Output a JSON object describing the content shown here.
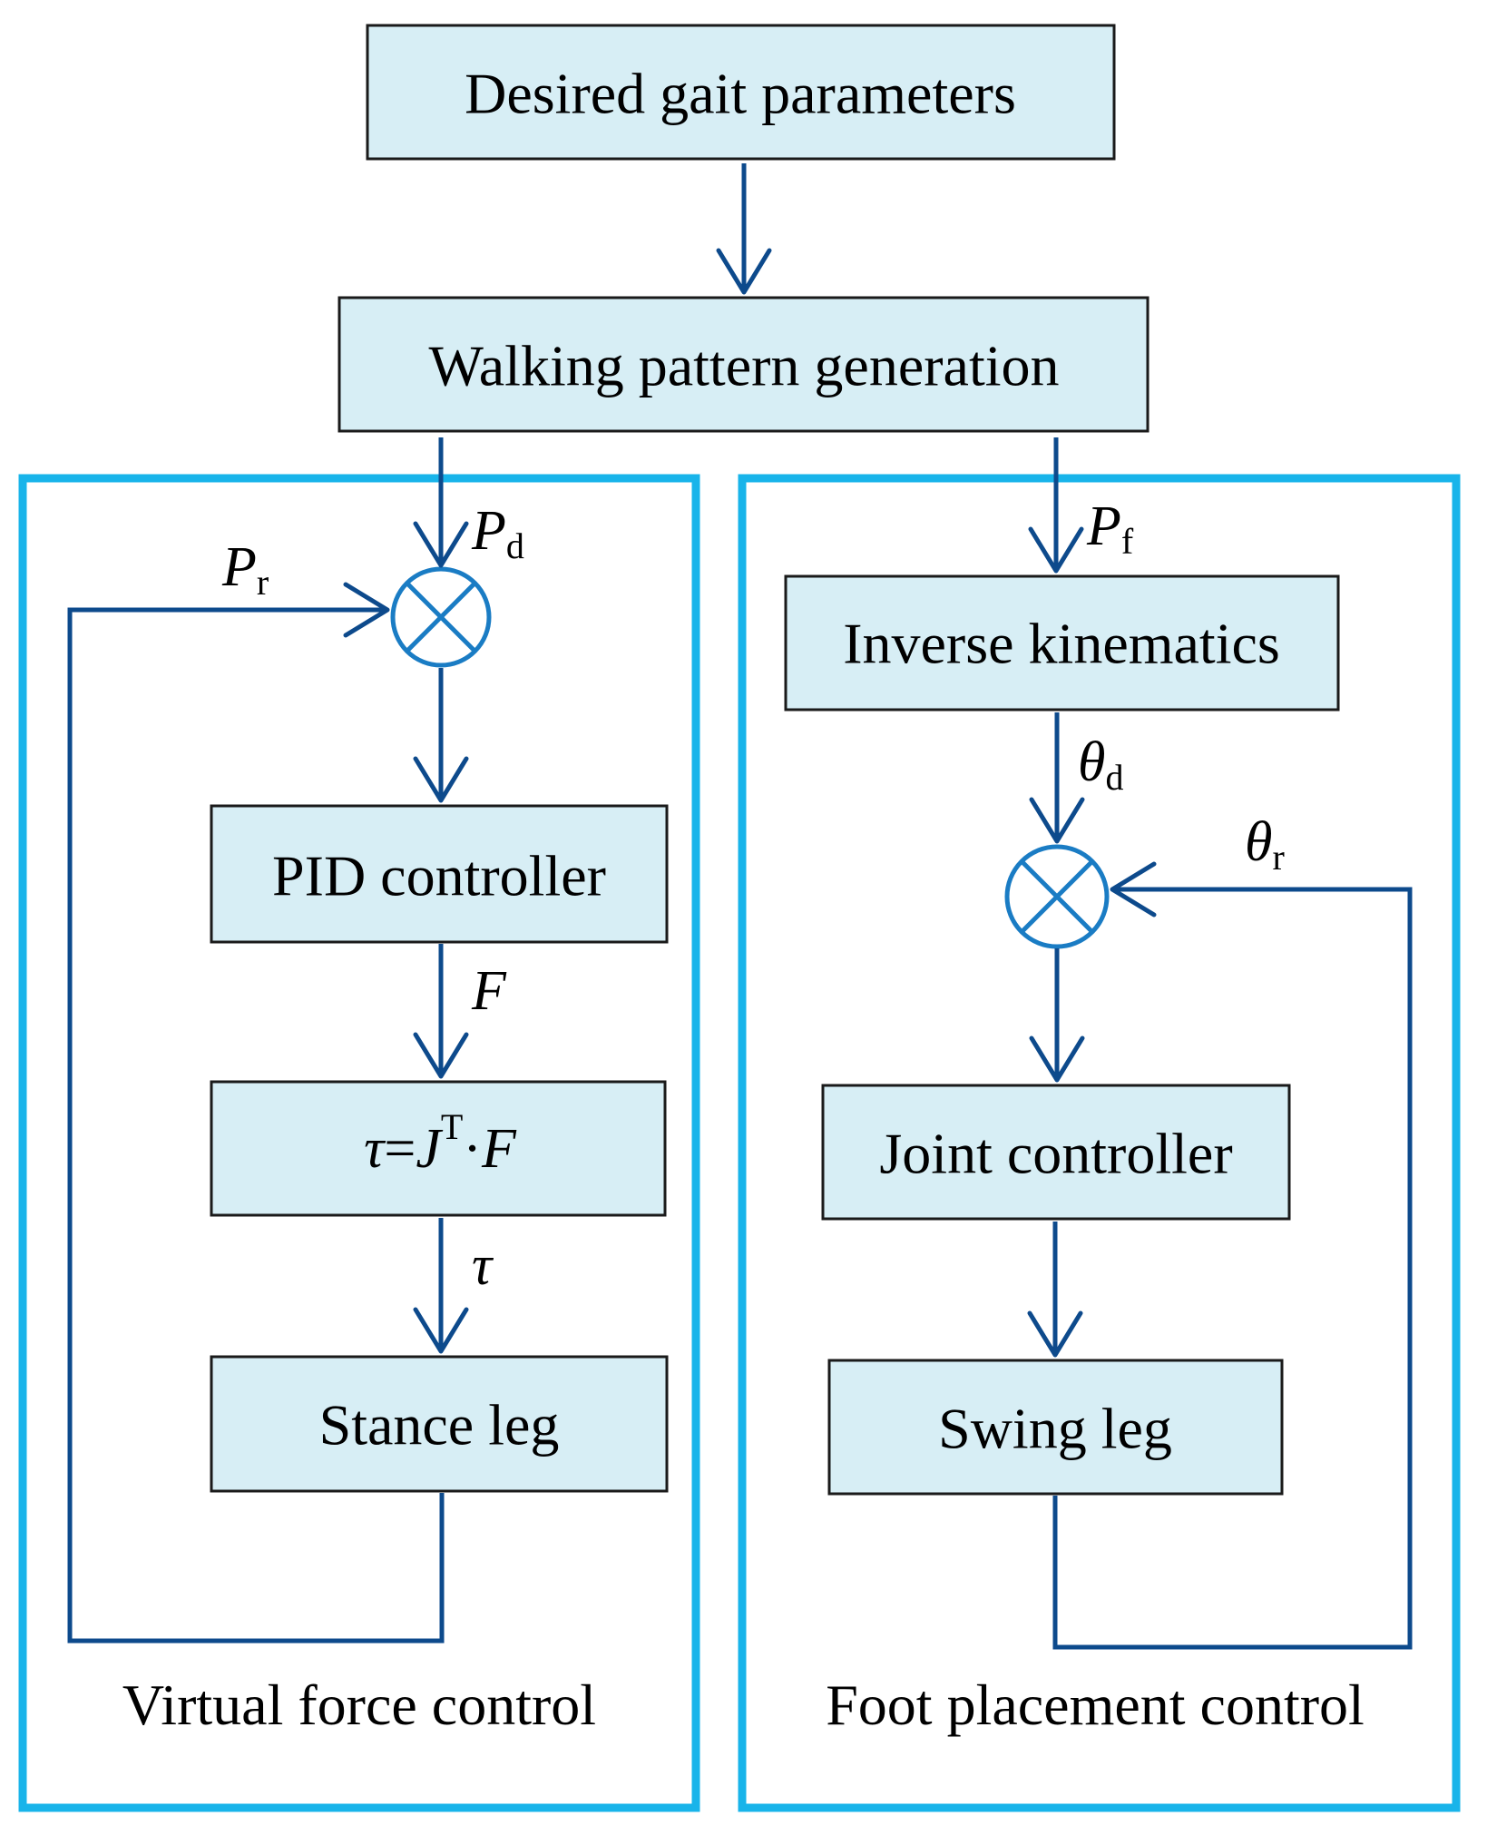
{
  "blocks": {
    "desired_gait": "Desired gait parameters",
    "walking_pattern": "Walking pattern generation",
    "pid_controller": "PID controller",
    "torque_eq": {
      "tau": "τ",
      "eq": "=",
      "j": "J",
      "t": "T",
      "dot": "·",
      "f": "F"
    },
    "stance_leg": "Stance leg",
    "inverse_kinematics": "Inverse kinematics",
    "joint_controller": "Joint controller",
    "swing_leg": "Swing leg"
  },
  "signals": {
    "pd": {
      "base": "P",
      "sub": "d"
    },
    "pr": {
      "base": "P",
      "sub": "r"
    },
    "pf": {
      "base": "P",
      "sub": "f"
    },
    "theta_d": {
      "base": "θ",
      "sub": "d"
    },
    "theta_r": {
      "base": "θ",
      "sub": "r"
    },
    "force": "F",
    "torque": "τ"
  },
  "groups": {
    "left_caption": "Virtual force control",
    "right_caption": "Foot placement control"
  },
  "colors": {
    "box_fill": "#d7eef5",
    "group_border": "#18b4ea",
    "wire": "#0d4a8c",
    "summing_junction": "#1a7cc4"
  }
}
